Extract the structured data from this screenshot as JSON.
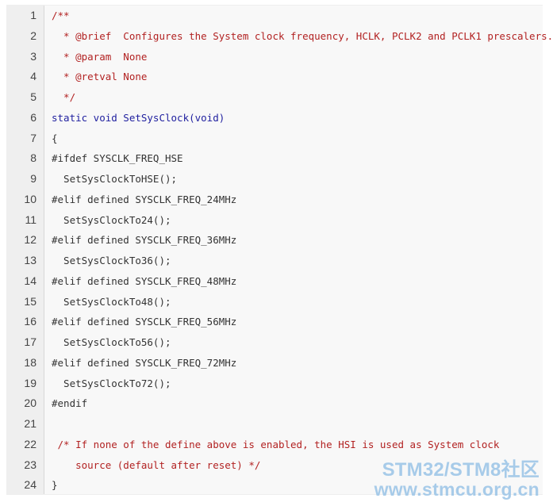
{
  "code_lines": [
    {
      "num": "1",
      "text": "/**",
      "kind": "comment"
    },
    {
      "num": "2",
      "text": "  * @brief  Configures the System clock frequency, HCLK, PCLK2 and PCLK1 prescalers.",
      "kind": "comment"
    },
    {
      "num": "3",
      "text": "  * @param  None",
      "kind": "comment"
    },
    {
      "num": "4",
      "text": "  * @retval None",
      "kind": "comment"
    },
    {
      "num": "5",
      "text": "  */",
      "kind": "comment"
    },
    {
      "num": "6",
      "text": "static void SetSysClock(void)",
      "kind": "signature"
    },
    {
      "num": "7",
      "text": "{",
      "kind": "default"
    },
    {
      "num": "8",
      "text": "#ifdef SYSCLK_FREQ_HSE",
      "kind": "default"
    },
    {
      "num": "9",
      "text": "  SetSysClockToHSE();",
      "kind": "default"
    },
    {
      "num": "10",
      "text": "#elif defined SYSCLK_FREQ_24MHz",
      "kind": "default"
    },
    {
      "num": "11",
      "text": "  SetSysClockTo24();",
      "kind": "default"
    },
    {
      "num": "12",
      "text": "#elif defined SYSCLK_FREQ_36MHz",
      "kind": "default"
    },
    {
      "num": "13",
      "text": "  SetSysClockTo36();",
      "kind": "default"
    },
    {
      "num": "14",
      "text": "#elif defined SYSCLK_FREQ_48MHz",
      "kind": "default"
    },
    {
      "num": "15",
      "text": "  SetSysClockTo48();",
      "kind": "default"
    },
    {
      "num": "16",
      "text": "#elif defined SYSCLK_FREQ_56MHz",
      "kind": "default"
    },
    {
      "num": "17",
      "text": "  SetSysClockTo56();",
      "kind": "default"
    },
    {
      "num": "18",
      "text": "#elif defined SYSCLK_FREQ_72MHz",
      "kind": "default"
    },
    {
      "num": "19",
      "text": "  SetSysClockTo72();",
      "kind": "default"
    },
    {
      "num": "20",
      "text": "#endif",
      "kind": "default"
    },
    {
      "num": "21",
      "text": "",
      "kind": "default"
    },
    {
      "num": "22",
      "text": " /* If none of the define above is enabled, the HSI is used as System clock",
      "kind": "comment"
    },
    {
      "num": "23",
      "text": "    source (default after reset) */",
      "kind": "comment"
    },
    {
      "num": "24",
      "text": "}",
      "kind": "default"
    }
  ],
  "watermark": {
    "line1": "STM32/STM8社区",
    "line2": "www.stmcu.org.cn"
  },
  "colors": {
    "comment": "#b22222",
    "keyword": "#1f1f9f",
    "text": "#333333",
    "gutter": "#efefef",
    "watermark": "#9fc7e8"
  }
}
